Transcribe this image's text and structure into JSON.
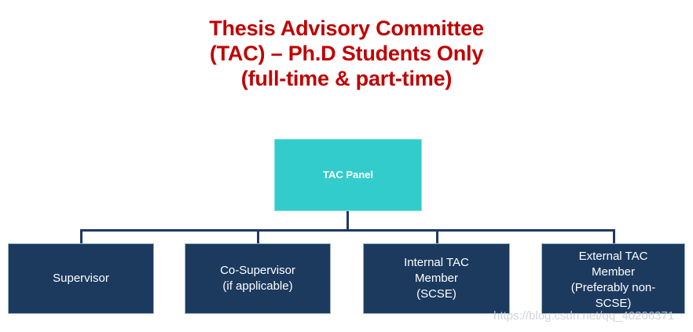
{
  "slide": {
    "background_color": "#FFFFFF",
    "title": {
      "color": "#C00000",
      "lines": [
        "Thesis Advisory Committee",
        "(TAC) – Ph.D Students Only",
        "(full-time & part-time)"
      ]
    }
  },
  "diagram": {
    "type": "org-chart",
    "connector_color": "#1F3864",
    "root": {
      "label": "TAC Panel",
      "fill_color": "#33CCCC",
      "text_color": "#FFFFFF"
    },
    "children": [
      {
        "label": "Supervisor",
        "lines": [
          "Supervisor"
        ],
        "fill_color": "#1C3A5E",
        "text_color": "#FFFFFF"
      },
      {
        "label": "Co-Supervisor (if applicable)",
        "lines": [
          "Co-Supervisor",
          "(if applicable)"
        ],
        "fill_color": "#1C3A5E",
        "text_color": "#FFFFFF"
      },
      {
        "label": "Internal TAC Member (SCSE)",
        "lines": [
          "Internal TAC",
          "Member",
          "(SCSE)"
        ],
        "fill_color": "#1C3A5E",
        "text_color": "#FFFFFF"
      },
      {
        "label": "External TAC Member (Preferably non-SCSE)",
        "lines": [
          "External TAC",
          "Member",
          "(Preferably non-",
          "SCSE)"
        ],
        "fill_color": "#1C3A5E",
        "text_color": "#FFFFFF"
      }
    ]
  },
  "watermark": {
    "text": "https://blog.csdn.net/qq_40206371",
    "color": "#C9CDD2"
  }
}
